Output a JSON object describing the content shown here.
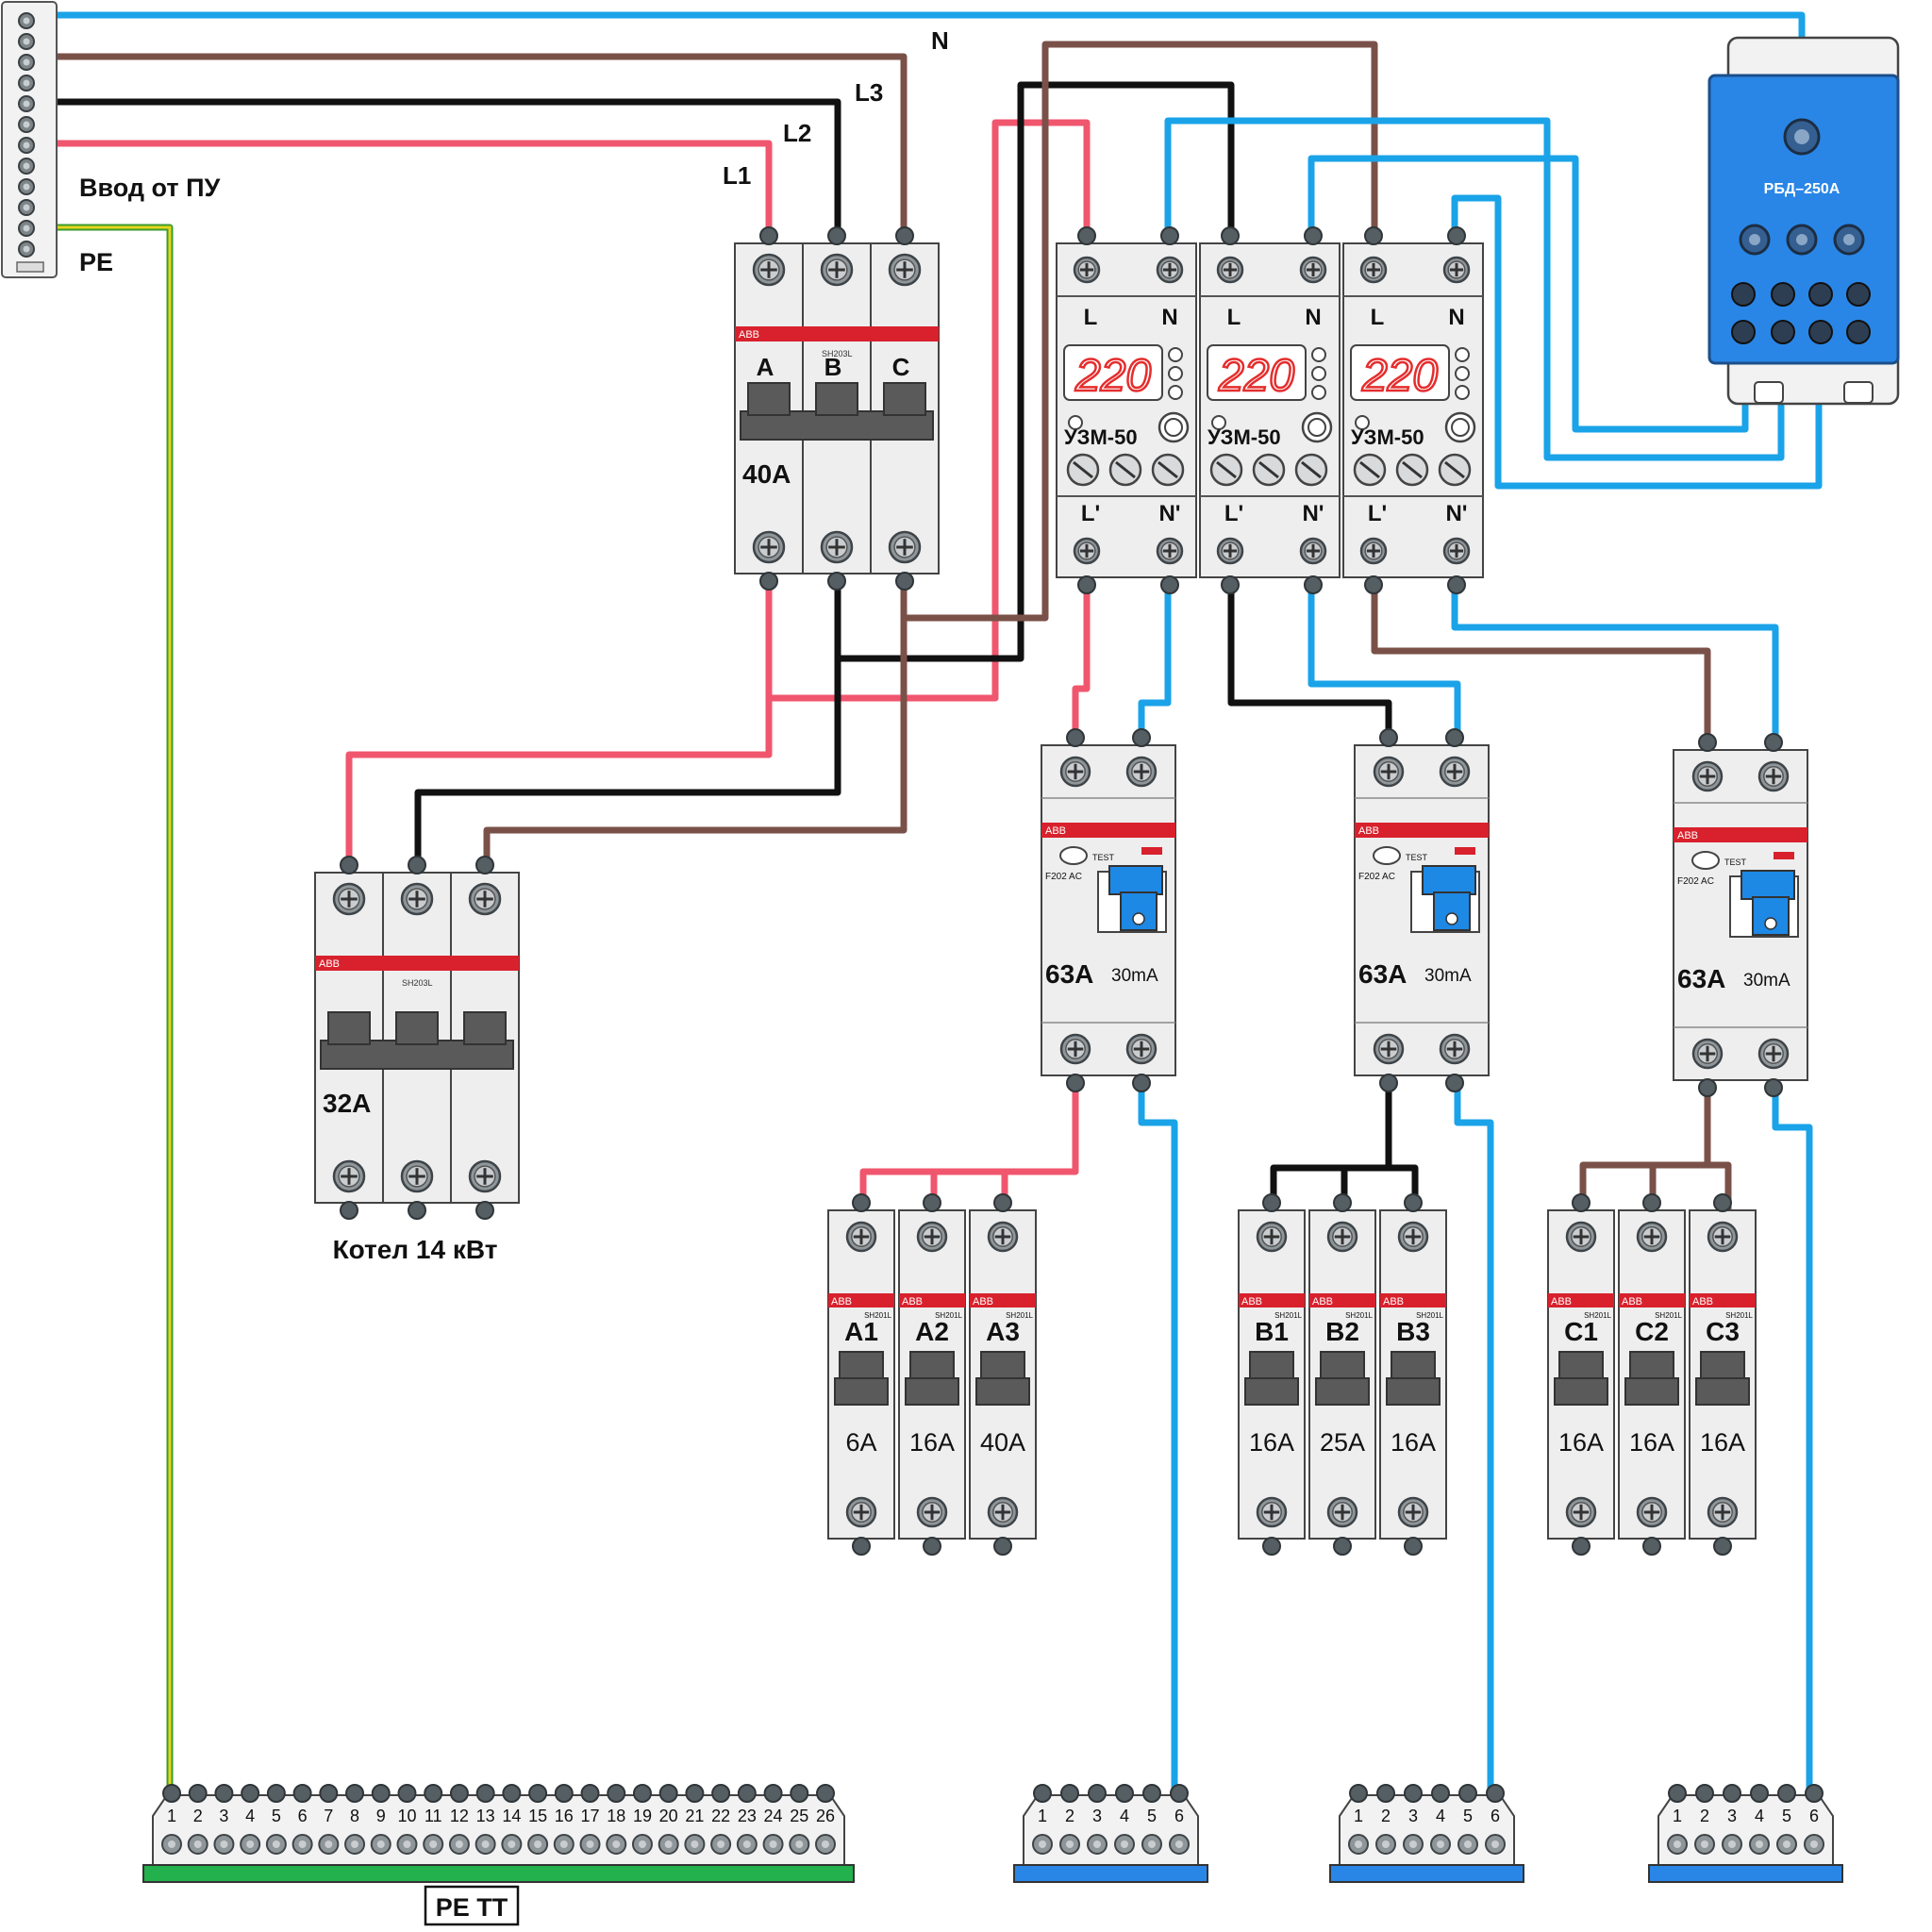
{
  "colors": {
    "L1": "#f0566e",
    "L2": "#111111",
    "L3": "#7a5148",
    "N": "#1aa3e8",
    "PE_green": "#3a9c2f",
    "PE_yellow": "#e6d51c",
    "module_body": "#eeeeee",
    "abb_red": "#d8212c",
    "handle": "#5a5a5a",
    "rbd_blue": "#2a86e6",
    "rcd_toggle": "#1e88e5",
    "led_red": "#e52d2d",
    "bus_green": "#22b14c",
    "bus_blue": "#2a86e6"
  },
  "input": {
    "label": "Ввод от ПУ",
    "pe_label": "PE",
    "wire_labels": {
      "n": "N",
      "l1": "L1",
      "l2": "L2",
      "l3": "L3"
    }
  },
  "main_breaker": {
    "brand": "ABB",
    "model": "SH203L",
    "poles": [
      "A",
      "B",
      "C"
    ],
    "rating": "40A"
  },
  "boiler_breaker": {
    "brand": "ABB",
    "model": "SH203L",
    "rating": "32A",
    "caption": "Котел 14 кВт"
  },
  "voltage_relays": [
    {
      "name": "УЗМ-50",
      "display": "220",
      "in_l": "L",
      "in_n": "N",
      "out_l": "L'",
      "out_n": "N'"
    },
    {
      "name": "УЗМ-50",
      "display": "220",
      "in_l": "L",
      "in_n": "N",
      "out_l": "L'",
      "out_n": "N'"
    },
    {
      "name": "УЗМ-50",
      "display": "220",
      "in_l": "L",
      "in_n": "N",
      "out_l": "L'",
      "out_n": "N'"
    }
  ],
  "distribution_block": {
    "name": "РБД–250А"
  },
  "rcds": [
    {
      "brand": "ABB",
      "model": "F202 AC",
      "test": "TEST",
      "rating": "63A",
      "sensitivity": "30mA"
    },
    {
      "brand": "ABB",
      "model": "F202 AC",
      "test": "TEST",
      "rating": "63A",
      "sensitivity": "30mA"
    },
    {
      "brand": "ABB",
      "model": "F202 AC",
      "test": "TEST",
      "rating": "63A",
      "sensitivity": "30mA"
    }
  ],
  "breaker_groups": [
    {
      "phase": "L1",
      "breakers": [
        {
          "brand": "ABB",
          "model": "SH201L",
          "label": "A1",
          "rating": "6A"
        },
        {
          "brand": "ABB",
          "model": "SH201L",
          "label": "A2",
          "rating": "16A"
        },
        {
          "brand": "ABB",
          "model": "SH201L",
          "label": "A3",
          "rating": "40A"
        }
      ]
    },
    {
      "phase": "L2",
      "breakers": [
        {
          "brand": "ABB",
          "model": "SH201L",
          "label": "B1",
          "rating": "16A"
        },
        {
          "brand": "ABB",
          "model": "SH201L",
          "label": "B2",
          "rating": "25A"
        },
        {
          "brand": "ABB",
          "model": "SH201L",
          "label": "B3",
          "rating": "16A"
        }
      ]
    },
    {
      "phase": "L3",
      "breakers": [
        {
          "brand": "ABB",
          "model": "SH201L",
          "label": "C1",
          "rating": "16A"
        },
        {
          "brand": "ABB",
          "model": "SH201L",
          "label": "C2",
          "rating": "16A"
        },
        {
          "brand": "ABB",
          "model": "SH201L",
          "label": "C3",
          "rating": "16A"
        }
      ]
    }
  ],
  "pe_bus": {
    "label": "PE TT",
    "terminals": [
      "1",
      "2",
      "3",
      "4",
      "5",
      "6",
      "7",
      "8",
      "9",
      "10",
      "11",
      "12",
      "13",
      "14",
      "15",
      "16",
      "17",
      "18",
      "19",
      "20",
      "21",
      "22",
      "23",
      "24",
      "25",
      "26"
    ]
  },
  "n_buses": [
    {
      "terminals": [
        "1",
        "2",
        "3",
        "4",
        "5",
        "6"
      ]
    },
    {
      "terminals": [
        "1",
        "2",
        "3",
        "4",
        "5",
        "6"
      ]
    },
    {
      "terminals": [
        "1",
        "2",
        "3",
        "4",
        "5",
        "6"
      ]
    }
  ]
}
